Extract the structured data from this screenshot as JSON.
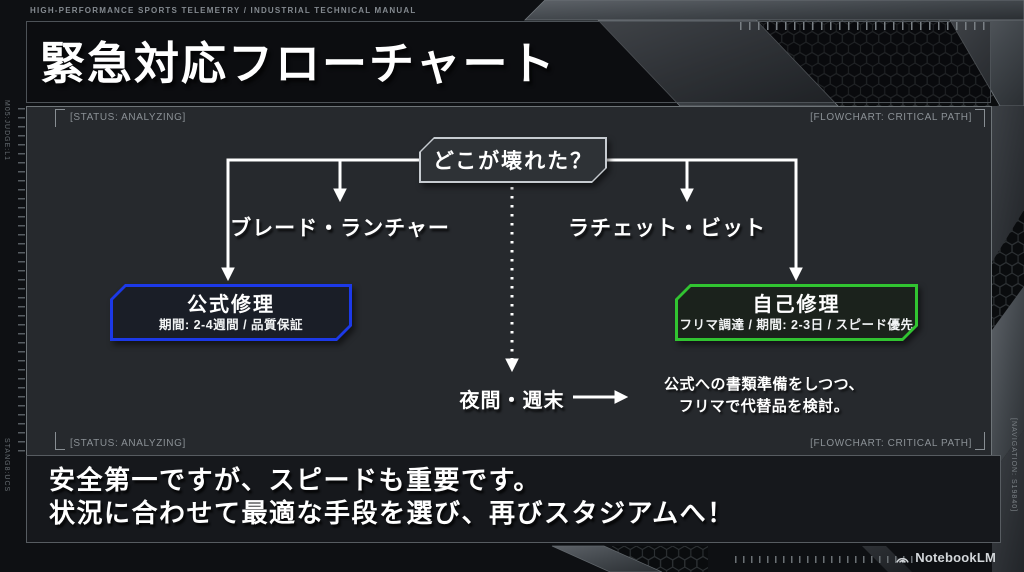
{
  "header": {
    "eyebrow": "HIGH-PERFORMANCE SPORTS TELEMETRY / INDUSTRIAL TECHNICAL MANUAL",
    "title": "緊急対応フローチャート"
  },
  "panel_labels": {
    "top_left": "[STATUS: ANALYZING]",
    "top_right": "[FLOWCHART: CRITICAL PATH]",
    "bottom_left": "[STATUS: ANALYZING]",
    "bottom_right": "[FLOWCHART: CRITICAL PATH]"
  },
  "flowchart": {
    "root_question": "どこが壊れた？",
    "left_branch_label": "ブレード・ランチャー",
    "right_branch_label": "ラチェット・ビット",
    "official_repair": {
      "title": "公式修理",
      "subtitle": "期間: 2-4週間 / 品質保証",
      "accent_color": "#1c39e8"
    },
    "self_repair": {
      "title": "自己修理",
      "subtitle": "フリマ調達 / 期間: 2-3日 / スピード優先",
      "accent_color": "#31c431"
    },
    "timing_label": "夜間・週末",
    "note_line1": "公式への書類準備をしつつ、",
    "note_line2": "フリマで代替品を検討。"
  },
  "footer": {
    "message_line1": "安全第一ですが、スピードも重要です。",
    "message_line2": "状況に合わせて最適な手段を選び、再びスタジアムへ！",
    "brand": "NotebookLM"
  },
  "edge_labels": {
    "left_top": "M05:JUDGE:L1",
    "left_bottom": "STANG8:UCS",
    "right_bottom": "[NAVIGATION: S19840]"
  }
}
